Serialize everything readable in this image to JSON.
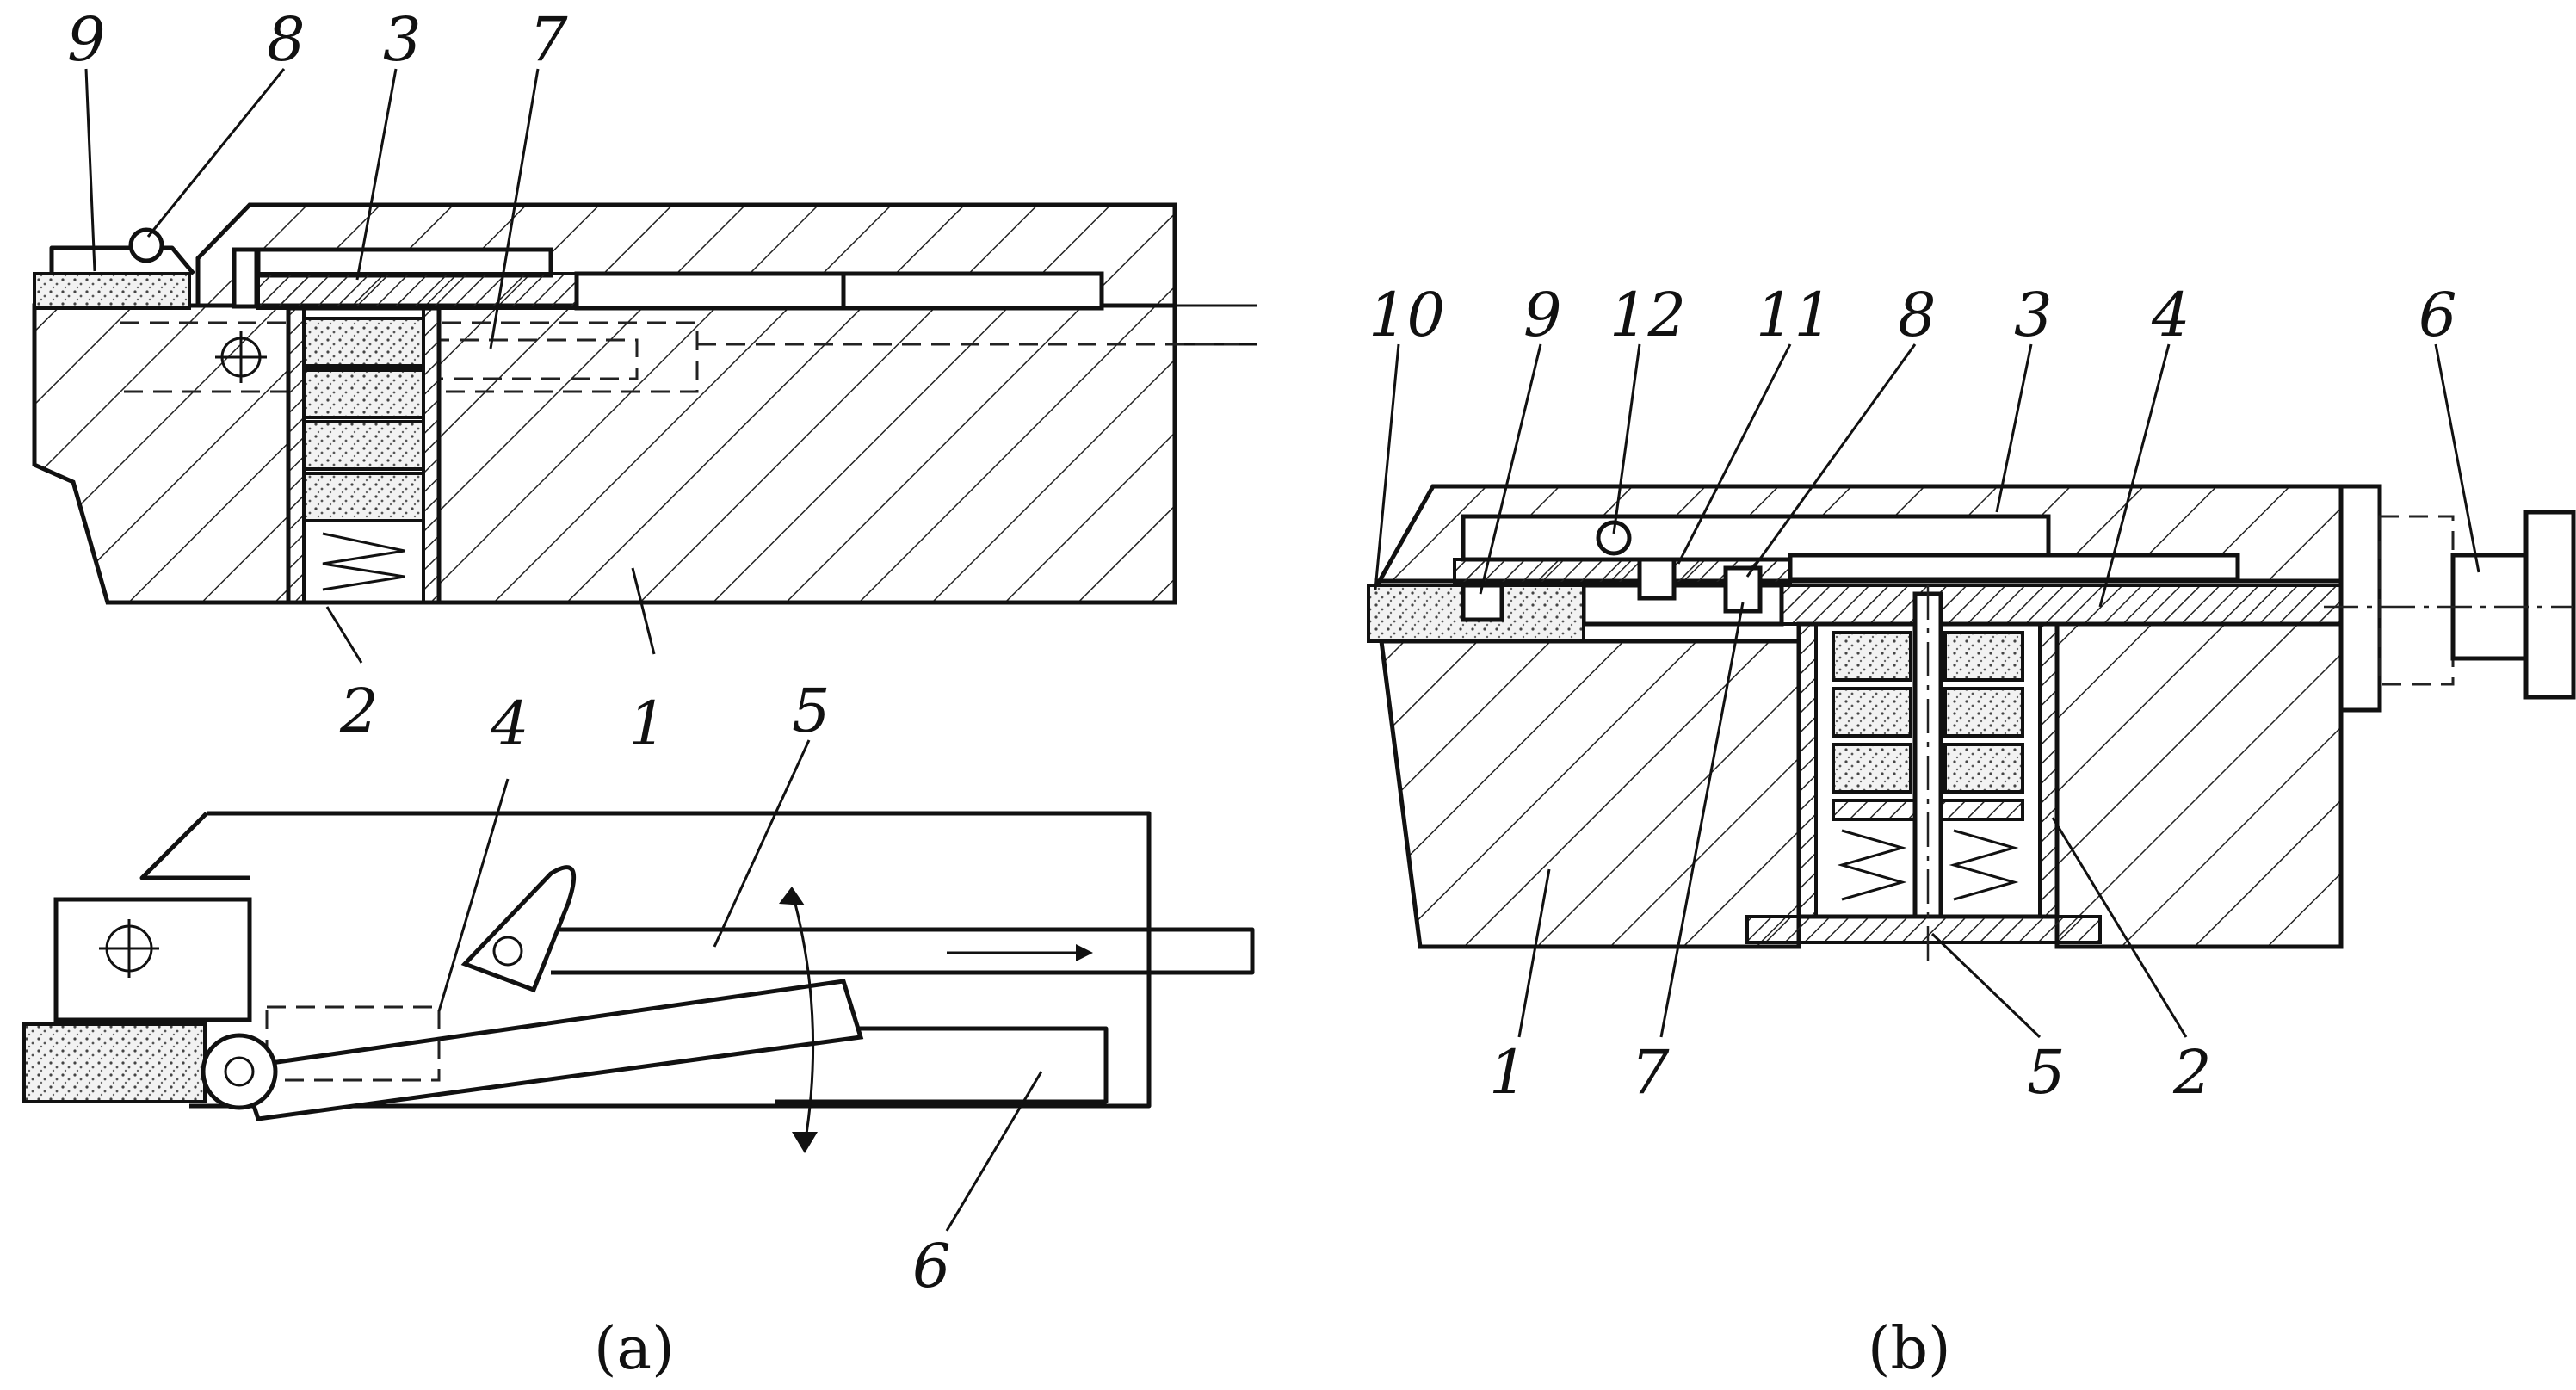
{
  "figure": {
    "panels": [
      {
        "id": "a",
        "caption": "(a)",
        "callouts": [
          "9",
          "8",
          "3",
          "7",
          "2",
          "4",
          "1",
          "5",
          "6"
        ]
      },
      {
        "id": "b",
        "caption": "(b)",
        "callouts": [
          "10",
          "9",
          "12",
          "11",
          "8",
          "3",
          "4",
          "6",
          "1",
          "7",
          "5",
          "2"
        ]
      }
    ]
  },
  "colors": {
    "ink": "#111111",
    "paper": "#ffffff"
  }
}
